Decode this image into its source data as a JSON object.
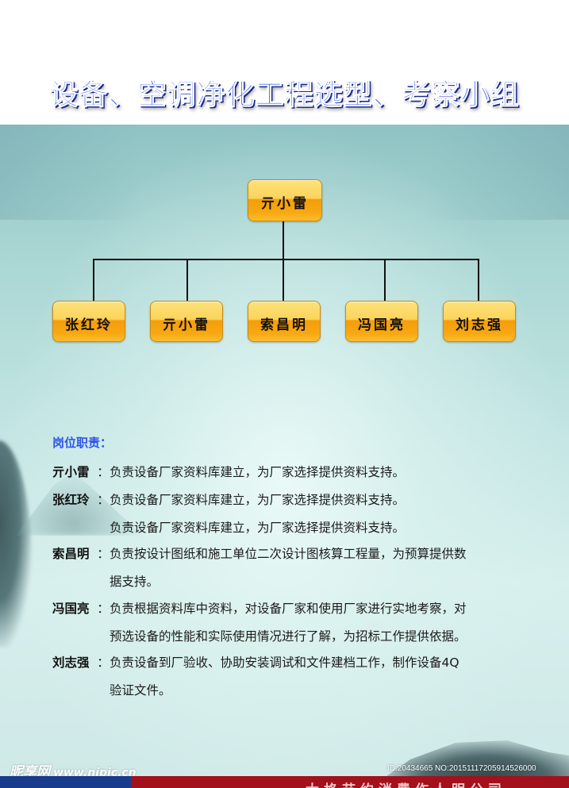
{
  "title": "设备、空调净化工程选型、考察小组",
  "org_chart": {
    "root": {
      "name": "亓小雷"
    },
    "children": [
      {
        "name": "张红玲"
      },
      {
        "name": "亓小雷"
      },
      {
        "name": "索昌明"
      },
      {
        "name": "冯国亮"
      },
      {
        "name": "刘志强"
      }
    ]
  },
  "duties": {
    "heading": "岗位职责：",
    "colon": "：",
    "items": [
      {
        "name": "亓小雷",
        "lines": [
          "负责设备厂家资料库建立，为厂家选择提供资料支持。"
        ]
      },
      {
        "name": "张红玲",
        "lines": [
          "负责设备厂家资料库建立，为厂家选择提供资料支持。",
          "负责设备厂家资料库建立，为厂家选择提供资料支持。"
        ]
      },
      {
        "name": "索昌明",
        "lines": [
          "负责按设计图纸和施工单位二次设计图核算工程量，为预算提供数",
          "据支持。"
        ]
      },
      {
        "name": "冯国亮",
        "lines": [
          "负责根据资料库中资料，对设备厂家和使用厂家进行实地考察，对",
          "预选设备的性能和实际使用情况进行了解，为招标工作提供依据。"
        ]
      },
      {
        "name": "刘志强",
        "lines": [
          "负责设备到厂验收、协助安装调试和文件建档工作，制作设备4Q",
          "验证文件。"
        ]
      }
    ]
  },
  "footer": {
    "watermark_brand": "昵享网",
    "watermark_url": "www.nipic.cn",
    "id_text": "ID:20434665 NO:20151117205914526000",
    "red_bar_text": "大格节约消费作人明公司"
  },
  "colors": {
    "title": "#2f57f0",
    "heading": "#2f55ea",
    "node_top": "#fde27a",
    "node_bottom": "#f59d0c",
    "footer_blue": "#183b8c",
    "footer_red": "#a3111d"
  }
}
